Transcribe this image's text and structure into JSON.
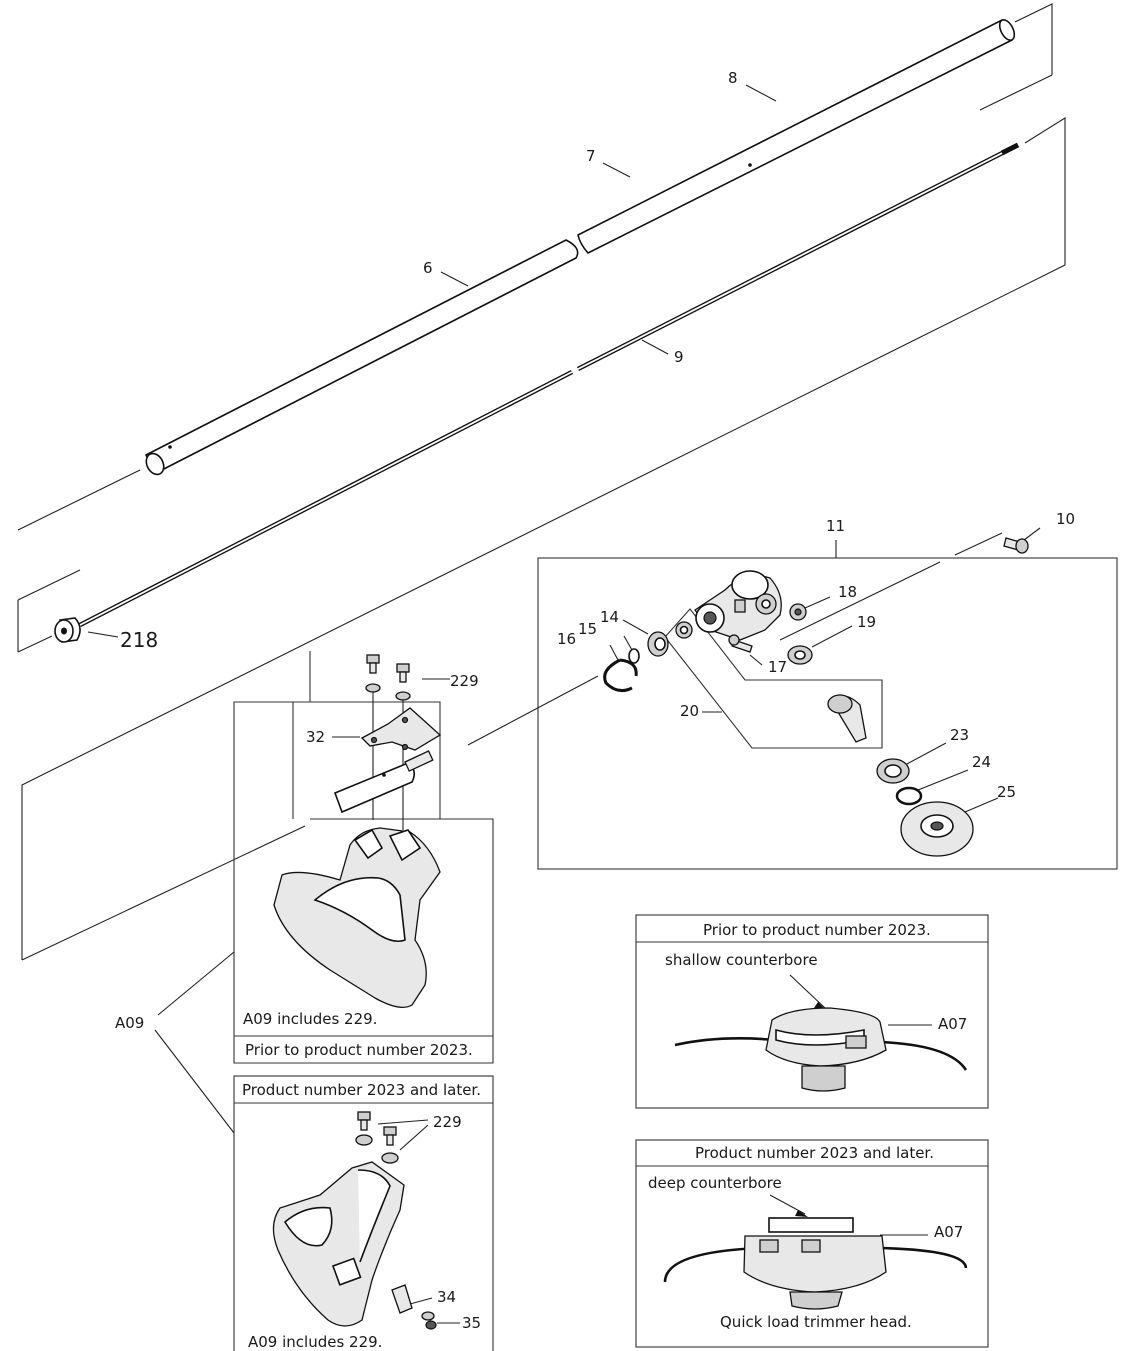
{
  "labels": {
    "p8": "8",
    "p7": "7",
    "p6": "6",
    "p9": "9",
    "p218": "218",
    "p11": "11",
    "p10": "10",
    "p18": "18",
    "p19": "19",
    "p17": "17",
    "p14": "14",
    "p15": "15",
    "p16": "16",
    "p20": "20",
    "p23": "23",
    "p24": "24",
    "p25": "25",
    "p229a": "229",
    "p32": "32",
    "pA09": "A09",
    "p229b": "229",
    "p34": "34",
    "p35": "35",
    "pA07a": "A07",
    "pA07b": "A07"
  },
  "captions": {
    "guard_old_includes": "A09 includes 229.",
    "guard_old_footer": "Prior to product number 2023.",
    "guard_new_header": "Product number 2023 and later.",
    "guard_new_includes": "A09 includes 229.",
    "head_old_header": "Prior to product number 2023.",
    "head_old_note": "shallow counterbore",
    "head_new_header": "Product number 2023 and later.",
    "head_new_note": "deep counterbore",
    "head_new_footer": "Quick load trimmer head."
  }
}
